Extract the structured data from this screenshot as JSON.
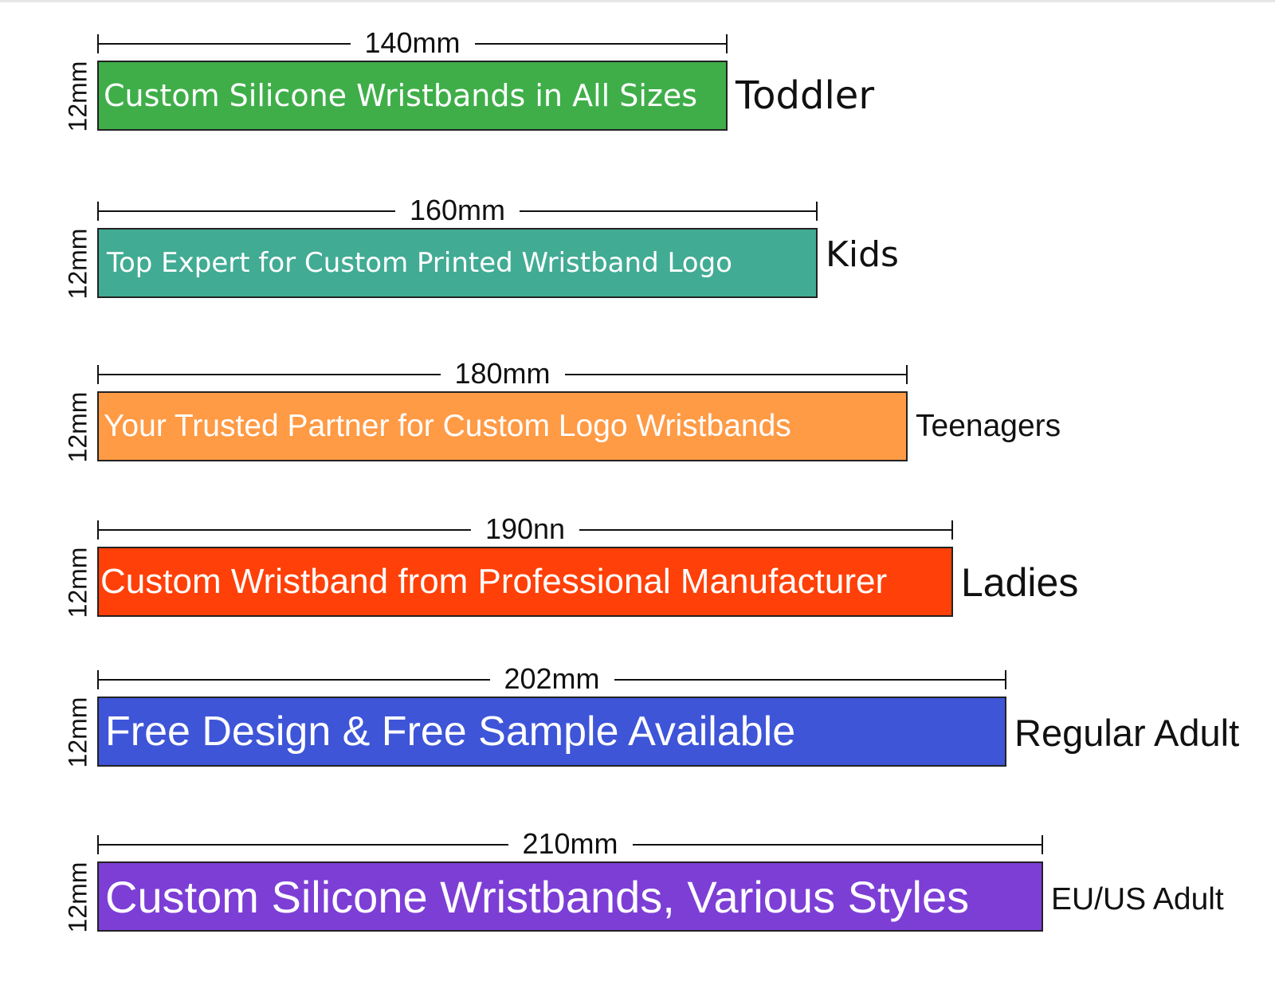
{
  "height_label": "12mm",
  "bands": [
    {
      "length_label": "140mm",
      "length_mm": 140,
      "text": "Custom Silicone Wristbands in All Sizes",
      "size_name": "Toddler",
      "color": "#3FAE49"
    },
    {
      "length_label": "160mm",
      "length_mm": 160,
      "text": "Top Expert for Custom Printed Wristband Logo",
      "size_name": "Kids",
      "color": "#42AB94"
    },
    {
      "length_label": "180mm",
      "length_mm": 180,
      "text": "Your Trusted Partner for Custom Logo Wristbands",
      "size_name": "Teenagers",
      "color": "#FF9A45"
    },
    {
      "length_label": "190nn",
      "length_mm": 190,
      "text": "Custom Wristband from Professional Manufacturer",
      "size_name": "Ladies",
      "color": "#FF4008"
    },
    {
      "length_label": "202mm",
      "length_mm": 202,
      "text": "Free Design & Free Sample Available",
      "size_name": "Regular Adult",
      "color": "#3E55D8"
    },
    {
      "length_label": "210mm",
      "length_mm": 210,
      "text": "Custom Silicone Wristbands, Various Styles",
      "size_name": "EU/US Adult",
      "color": "#7D3ED6"
    }
  ]
}
